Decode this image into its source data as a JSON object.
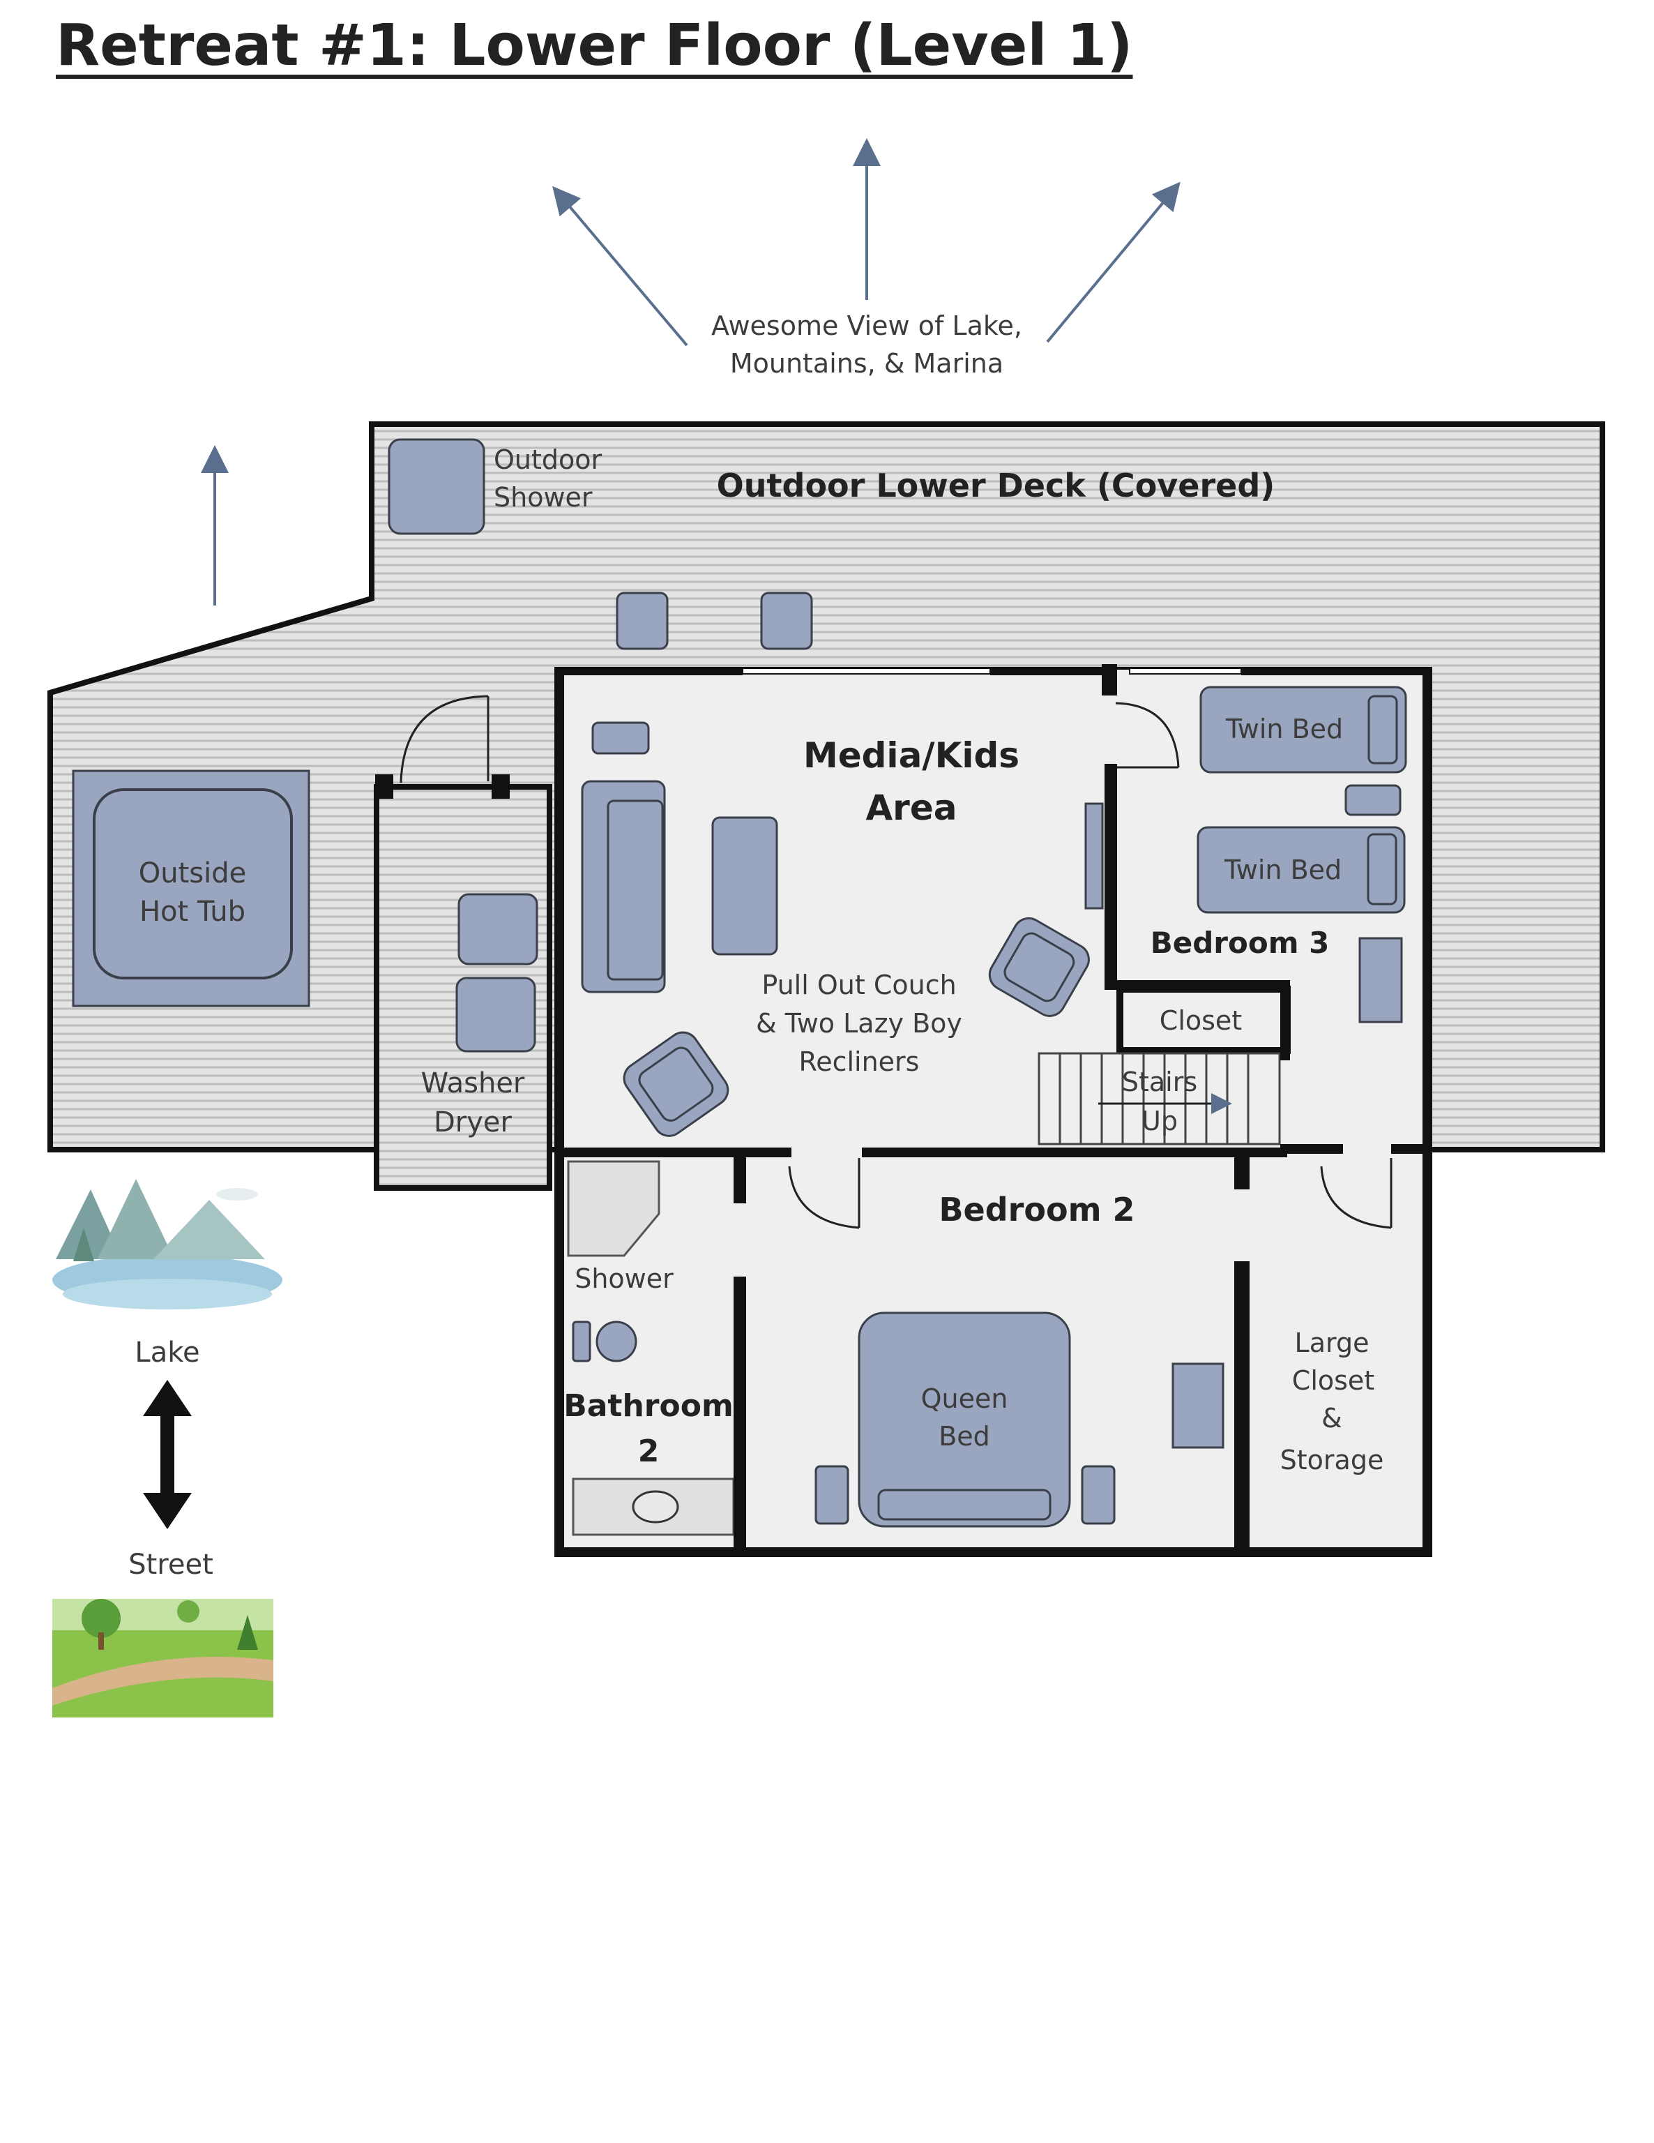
{
  "title": "Retreat #1: Lower Floor (Level 1)",
  "view_note": [
    "Awesome View of Lake,",
    "Mountains, & Marina"
  ],
  "labels": {
    "outdoor_shower": [
      "Outdoor",
      "Shower"
    ],
    "deck": "Outdoor  Lower Deck (Covered)",
    "hot_tub": [
      "Outside",
      "Hot Tub"
    ],
    "washer_dryer": [
      "Washer",
      "Dryer"
    ],
    "media": [
      "Media/Kids",
      "Area"
    ],
    "couch": [
      "Pull Out Couch",
      "& Two Lazy Boy",
      "Recliners"
    ],
    "twin_bed_1": "Twin Bed",
    "twin_bed_2": "Twin Bed",
    "bedroom3": "Bedroom 3",
    "closet": "Closet",
    "stairs": [
      "Stairs",
      "Up"
    ],
    "bedroom2": "Bedroom  2",
    "shower": "Shower",
    "bathroom2": [
      "Bathroom",
      "2"
    ],
    "queen_bed": [
      "Queen",
      "Bed"
    ],
    "large_closet": [
      "Large",
      "Closet",
      "&",
      "Storage"
    ],
    "lake": "Lake",
    "street": "Street"
  },
  "colors": {
    "deck_fill": "#e4e4e4",
    "deck_lines": "#bdbdbd",
    "room_fill": "#efefef",
    "furniture": "#9aa5c0",
    "walls": "#111111",
    "arrows": "#5a6f8e"
  },
  "icons": [
    "lake-scene-icon",
    "street-park-icon",
    "double-arrow-icon",
    "view-arrow-icon"
  ]
}
